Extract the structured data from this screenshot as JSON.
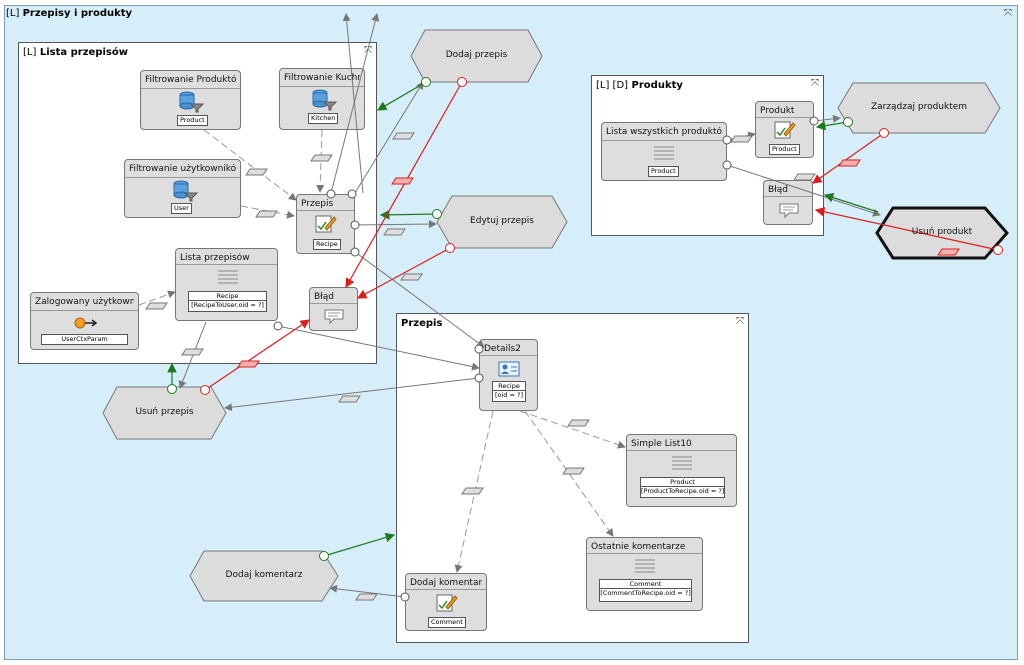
{
  "outer": {
    "prefix": "[L]",
    "title": "Przepisy i produkty"
  },
  "collapse_glyph": "⤧",
  "panels": {
    "lista": {
      "prefix": "[L]",
      "title": "Lista przepisów"
    },
    "produkty": {
      "prefix": "[L] [D]",
      "title": "Produkty"
    },
    "przepis": {
      "title": "Przepis"
    }
  },
  "boxes": {
    "filt_produktow": {
      "title": "Filtrowanie Produktów",
      "tag": "Product"
    },
    "filt_kuchnii": {
      "title": "Filtrowanie Kuchnii",
      "tag": "Kitchen"
    },
    "filt_uzytkownikow": {
      "title": "Filtrowanie użytkowników",
      "tag": "User"
    },
    "przepis_form": {
      "title": "Przepis",
      "tag": "Recipe"
    },
    "lista_przepisow": {
      "title": "Lista przepisów",
      "tag_title": "Recipe",
      "tag_filter": "[RecipeToUser.oid = ?]"
    },
    "zalogowany": {
      "title": "Zalogowany użytkownik",
      "tag": "UserCtxParam"
    },
    "blad1": {
      "title": "Błąd"
    },
    "lista_produktow": {
      "title": "Lista wszystkich produktów",
      "tag": "Product"
    },
    "produkt_form": {
      "title": "Produkt",
      "tag": "Product"
    },
    "blad2": {
      "title": "Błąd"
    },
    "details2": {
      "title": "Details2",
      "tag_title": "Recipe",
      "tag_filter": "[oid = ?]"
    },
    "simple_list10": {
      "title": "Simple List10",
      "tag_title": "Product",
      "tag_filter": "[ProductToRecipe.oid = ?]"
    },
    "ostatnie": {
      "title": "Ostatnie komentarze",
      "tag_title": "Comment",
      "tag_filter": "[CommentToRecipe.oid = ?]"
    },
    "dodaj_komentarz_form": {
      "title": "Dodaj komentarz",
      "tag": "Comment"
    }
  },
  "operations": {
    "dodaj_przepis": "Dodaj przepis",
    "edytuj_przepis": "Edytuj przepis",
    "zarzadzaj_produktem": "Zarządzaj produktem",
    "usun_produkt": "Usuń produkt",
    "usun_przepis": "Usuń przepis",
    "dodaj_komentarz": "Dodaj komentarz"
  },
  "colors": {
    "canvas": "#d6eef9",
    "box": "#dedede",
    "op": "#dcdcdc",
    "ok_flow": "#1e7a1e",
    "ko_flow": "#dd1e1e",
    "nav_flow": "#777777"
  }
}
